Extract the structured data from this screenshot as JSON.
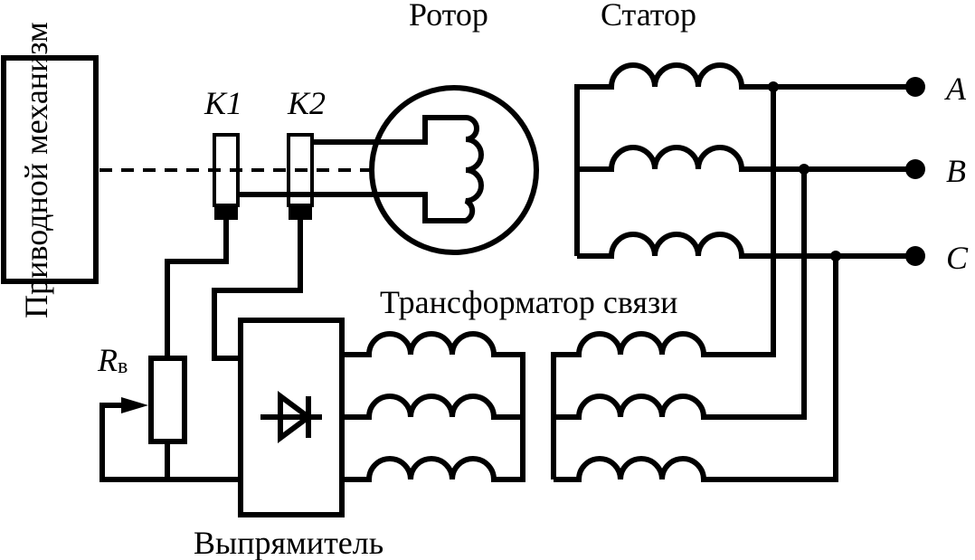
{
  "labels": {
    "rotor": "Ротор",
    "stator": "Статор",
    "drive": "Приводной механизм",
    "k1": "K1",
    "k2": "K2",
    "transformer": "Трансформатор связи",
    "rectifier": "Выпрямитель",
    "resistor_main": "R",
    "resistor_sub": "в",
    "phase_a": "A",
    "phase_b": "B",
    "phase_c": "C"
  }
}
